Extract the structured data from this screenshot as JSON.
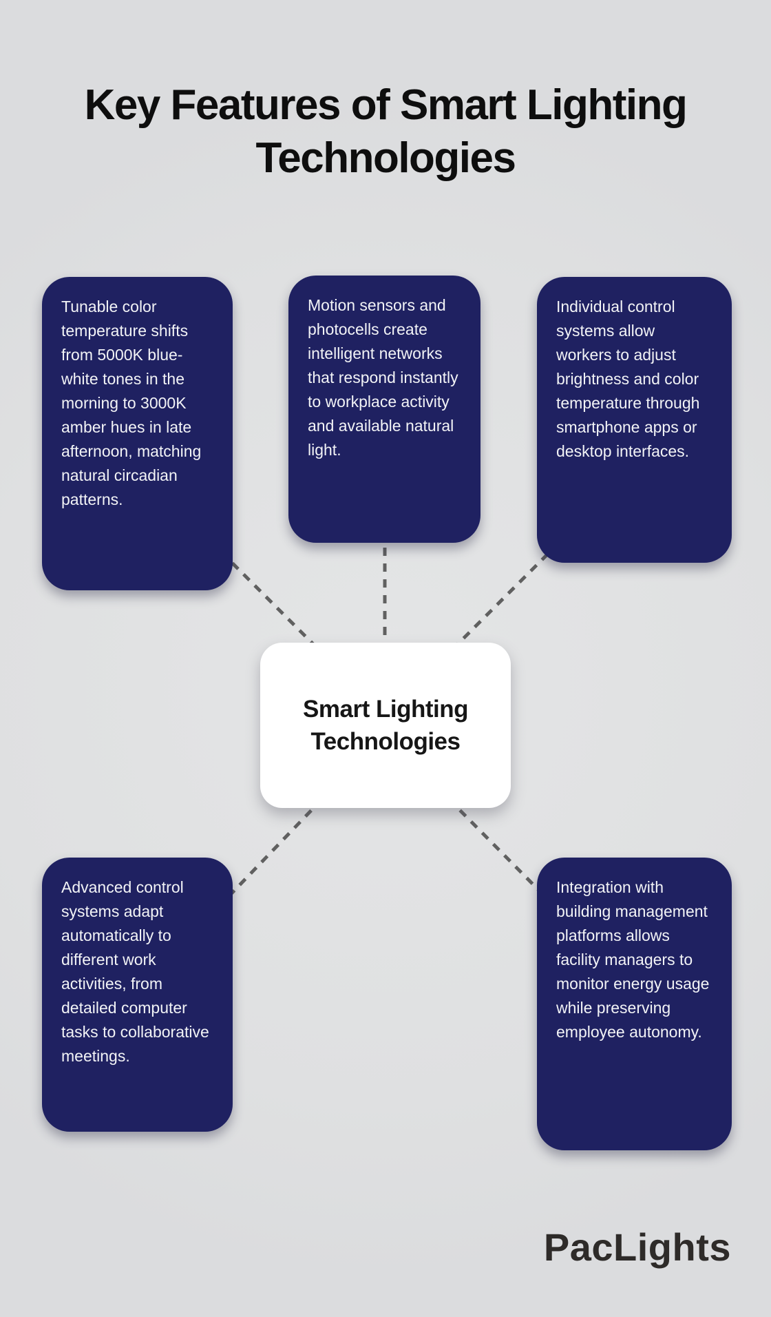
{
  "title": {
    "full": "Key Features of Smart Lighting Technologies",
    "line1": "Key Features of Smart Lighting",
    "line2": "Technologies"
  },
  "center": {
    "label_line1": "Smart Lighting",
    "label_line2": "Technologies"
  },
  "features": [
    {
      "id": "tunable-color-temperature",
      "text": "Tunable color temperature shifts from 5000K blue-white tones in the morning to 3000K amber hues in late afternoon, matching natural circadian patterns."
    },
    {
      "id": "motion-sensors-photocells",
      "text": "Motion sensors and photocells create intelligent networks that respond instantly to workplace activity and available natural light."
    },
    {
      "id": "individual-control-systems",
      "text": "Individual control systems allow workers to adjust brightness and color temperature through smartphone apps or desktop interfaces."
    },
    {
      "id": "advanced-control-systems",
      "text": "Advanced control systems adapt automatically to different work activities, from detailed computer tasks to collaborative meetings."
    },
    {
      "id": "building-management-integration",
      "text": "Integration with building management platforms allows facility managers to monitor energy usage while preserving employee autonomy."
    }
  ],
  "logo": {
    "text": "PacLights"
  },
  "colors": {
    "background": "#dfe0e1",
    "background_light": "#e4e5e6",
    "background_edge": "#dbdcde",
    "box_bg": "#1f2161",
    "box_text": "#f2f3f6",
    "center_bg": "#ffffff",
    "center_text": "#161616",
    "connector": "#606060",
    "title_text": "#0e0e0e",
    "logo_text": "#2e2b29"
  }
}
